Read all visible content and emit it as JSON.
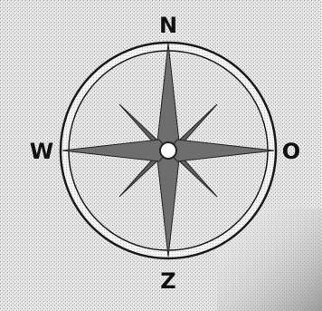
{
  "compass": {
    "labels": {
      "north": "N",
      "west": "W",
      "east": "O",
      "south": "Z"
    },
    "star_color": "#6e6e6e",
    "ring_color": "#1a1a1a",
    "background_color": "#d9d9d9"
  }
}
